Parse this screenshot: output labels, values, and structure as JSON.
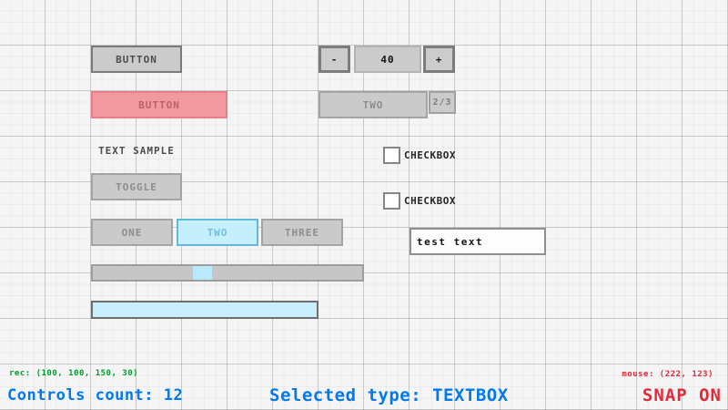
{
  "controls": {
    "button": {
      "label": "BUTTON"
    },
    "button_selected": {
      "label": "BUTTON"
    },
    "text_label": {
      "text": "TEXT SAMPLE"
    },
    "toggle": {
      "label": "TOGGLE"
    },
    "toggle_group": {
      "items": [
        "ONE",
        "TWO",
        "THREE"
      ],
      "selected": "TWO"
    },
    "spinner": {
      "minus": "-",
      "value": "40",
      "plus": "+"
    },
    "combobox": {
      "selected": "TWO",
      "counter": "2/3"
    },
    "checkbox1": {
      "label": "CHECKBOX",
      "checked": false
    },
    "checkbox2": {
      "label": "CHECKBOX",
      "checked": false
    },
    "textbox": {
      "value": "test text"
    },
    "slider": {
      "knob_color": "#b9e9fc"
    },
    "value_bar": {
      "fill_color": "#c9effc"
    }
  },
  "statusbar": {
    "rec": "rec: (100, 100, 150, 30)",
    "controls_count": "Controls count: 12",
    "selected_type": "Selected type: TEXTBOX",
    "mouse": "mouse: (222, 123)",
    "snap": "SNAP ON"
  },
  "colors": {
    "status_green": "#009e2f",
    "status_blue": "#0079f1",
    "status_red": "#e62937",
    "selected_pink": "#f1999f",
    "accent_cyan": "#c6effc",
    "control_gray": "#cbcbcb"
  }
}
